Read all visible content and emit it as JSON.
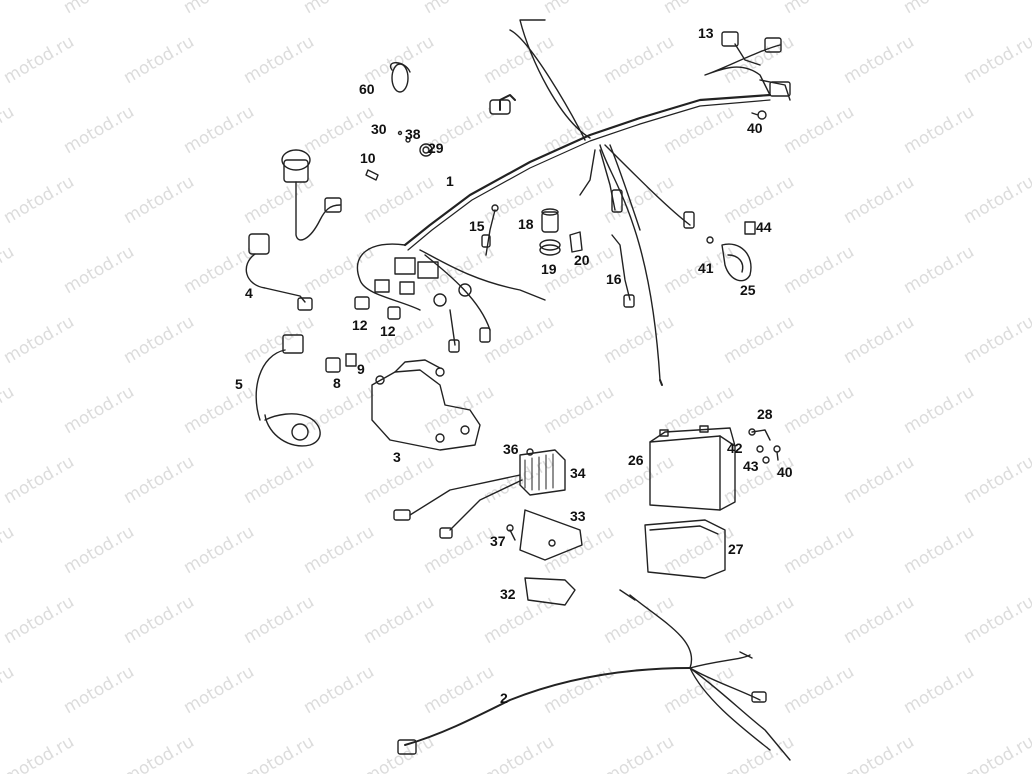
{
  "watermark": "motod.ru",
  "parts": [
    "60",
    "30",
    "38",
    "29",
    "10",
    "1",
    "13",
    "40",
    "15",
    "18",
    "20",
    "19",
    "16",
    "44",
    "41",
    "25",
    "4",
    "12",
    "12",
    "5",
    "8",
    "9",
    "3",
    "28",
    "36",
    "34",
    "42",
    "43",
    "40",
    "26",
    "33",
    "37",
    "27",
    "32",
    "2"
  ]
}
